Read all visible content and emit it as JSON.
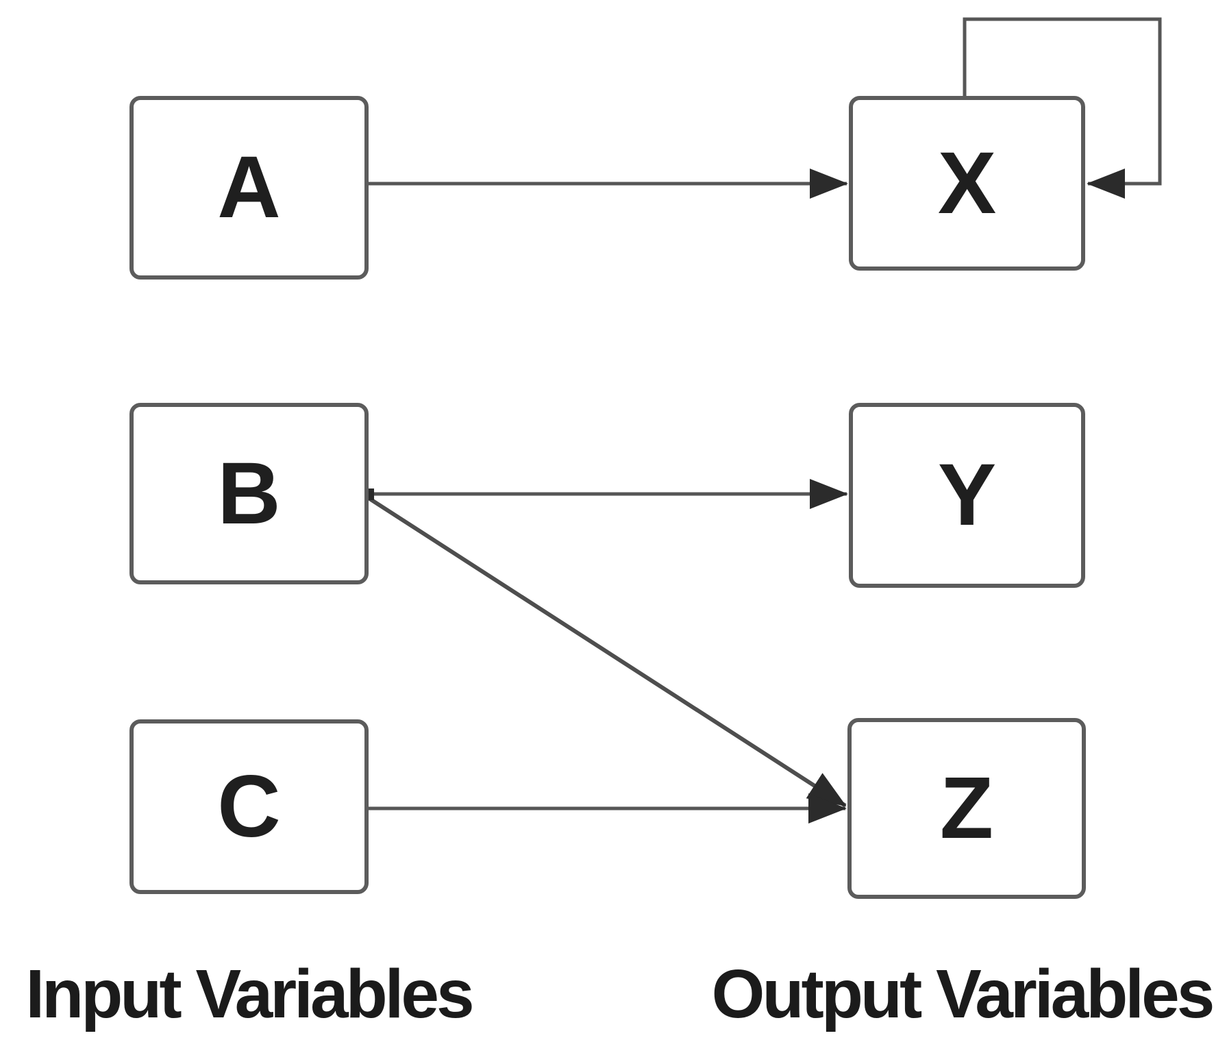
{
  "diagram": {
    "type": "variable-mapping-diagram",
    "nodes": [
      {
        "id": "A",
        "label": "A",
        "group": "input"
      },
      {
        "id": "B",
        "label": "B",
        "group": "input"
      },
      {
        "id": "C",
        "label": "C",
        "group": "input"
      },
      {
        "id": "X",
        "label": "X",
        "group": "output"
      },
      {
        "id": "Y",
        "label": "Y",
        "group": "output"
      },
      {
        "id": "Z",
        "label": "Z",
        "group": "output"
      }
    ],
    "edges": [
      {
        "from": "A",
        "to": "X",
        "type": "direct"
      },
      {
        "from": "X",
        "to": "X",
        "type": "self-loop"
      },
      {
        "from": "B",
        "to": "Y",
        "type": "direct"
      },
      {
        "from": "B",
        "to": "Z",
        "type": "diagonal"
      },
      {
        "from": "C",
        "to": "Z",
        "type": "direct"
      }
    ],
    "column_labels": {
      "input": "Input Variables",
      "output": "Output Variables"
    },
    "colors": {
      "background": "#ffffff",
      "box_border": "#5c5c5c",
      "line": "#565656",
      "arrowhead": "#2b2b2b",
      "text": "#1f1f1f"
    }
  }
}
